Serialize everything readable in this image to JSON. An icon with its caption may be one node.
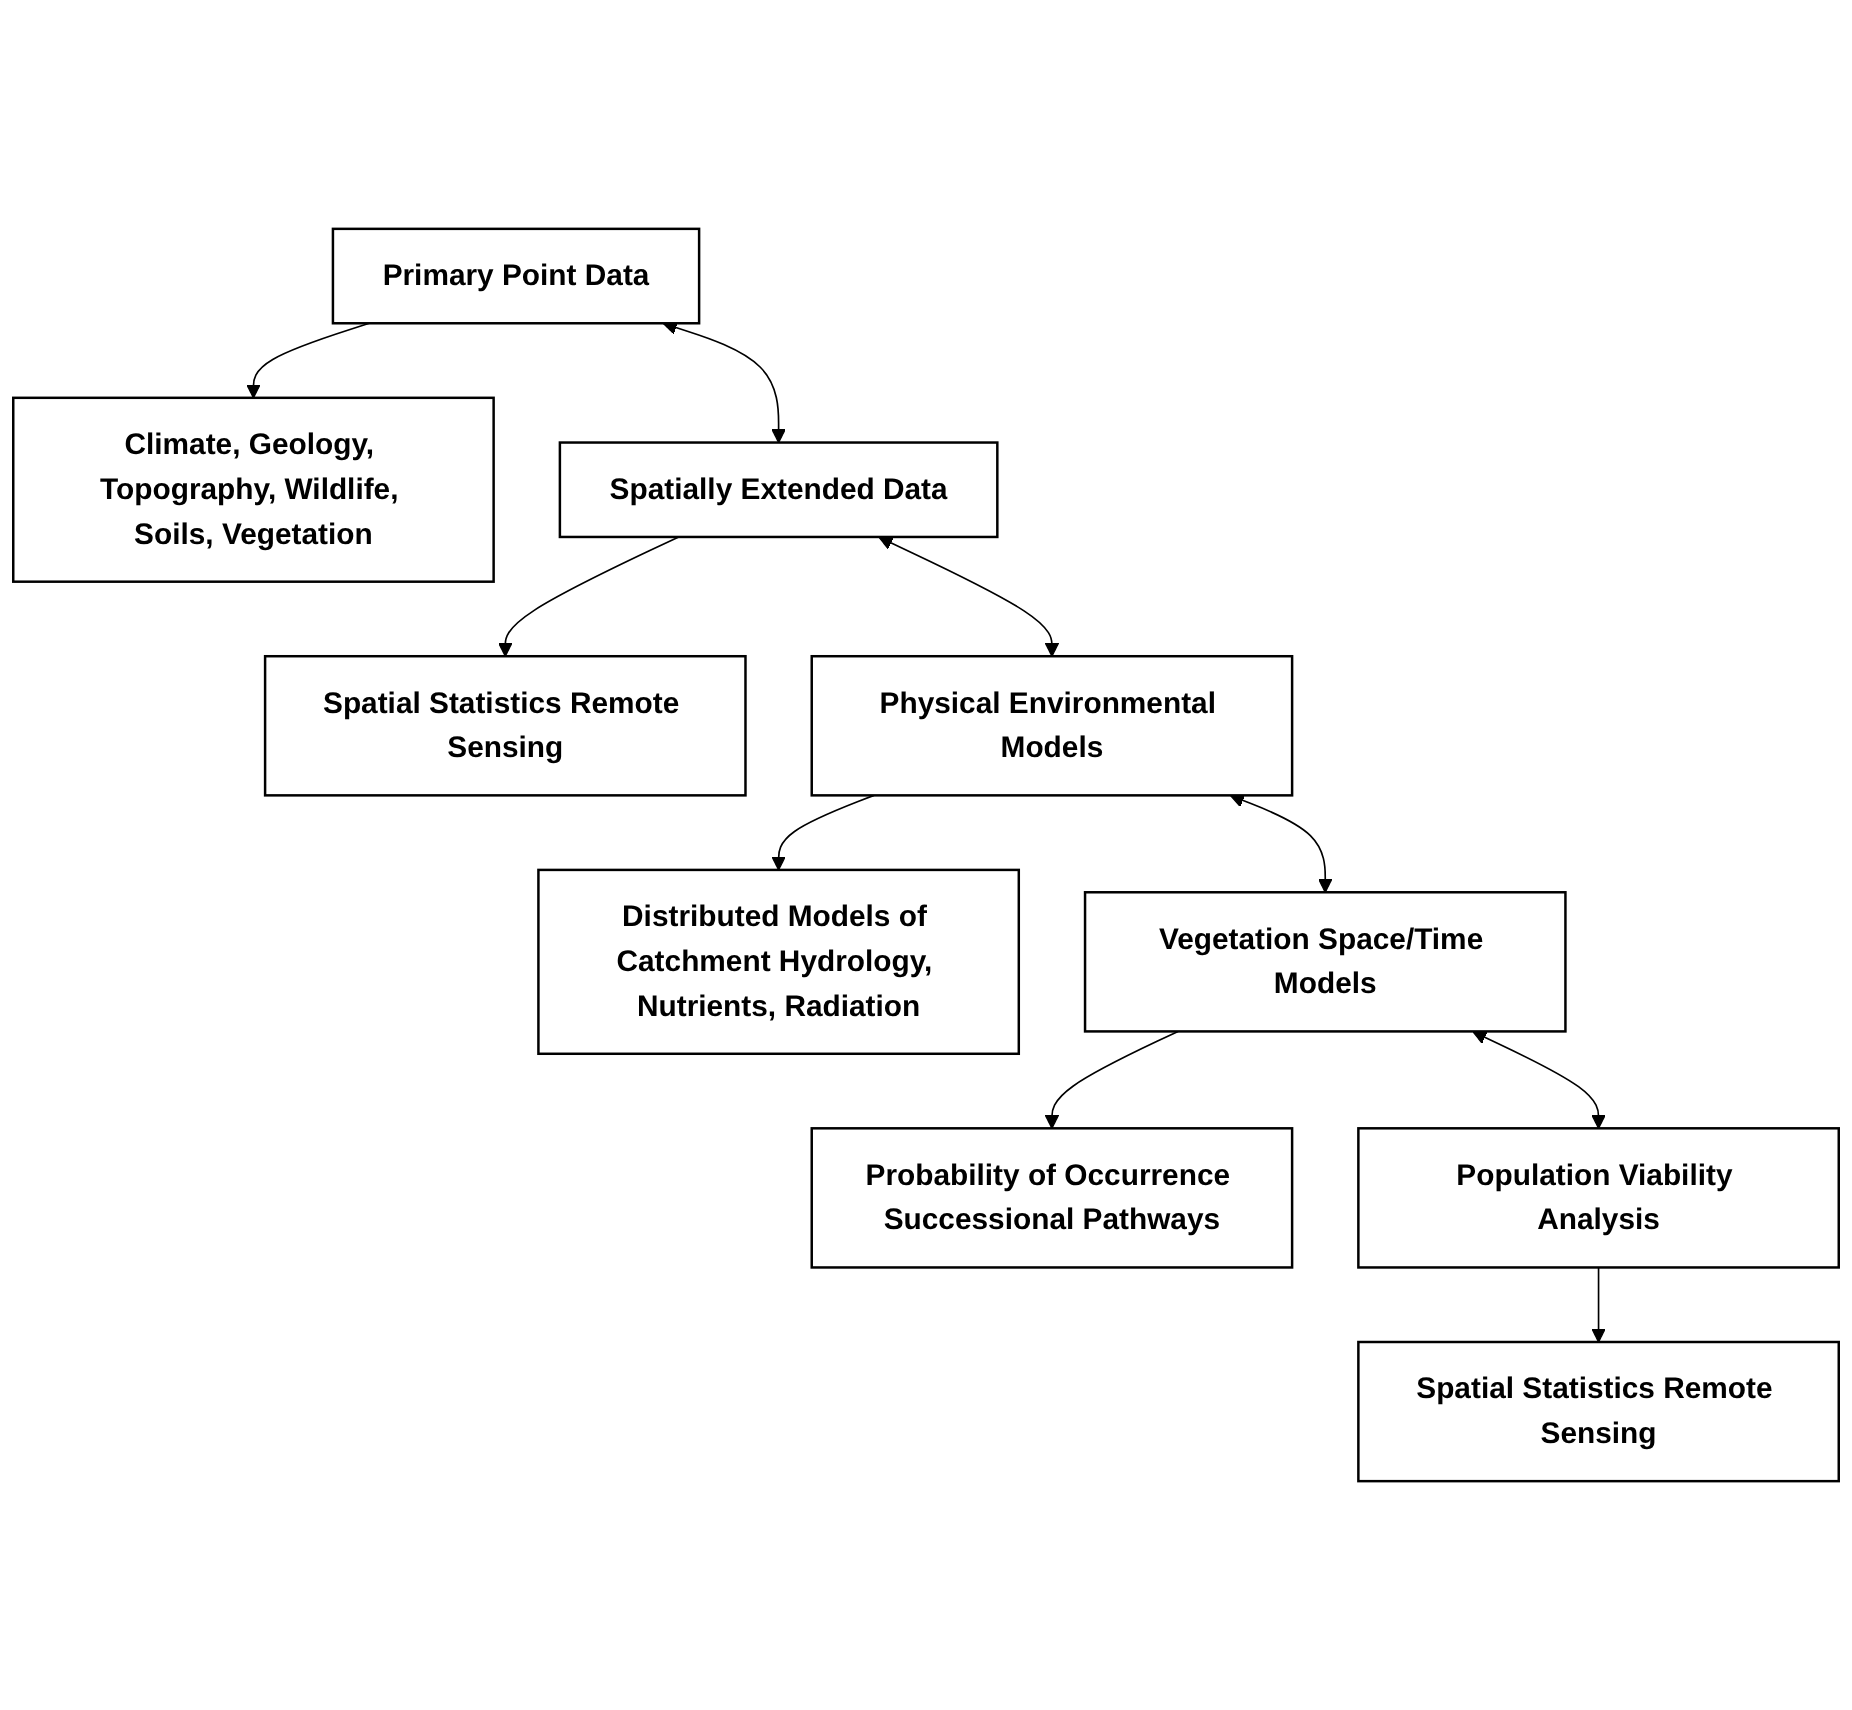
{
  "diagram": {
    "nodes": [
      {
        "text": [
          "Primary Point Data"
        ]
      },
      {
        "text": [
          "Climate, Geology, Topography, Wildlife, Soils, Vegetation"
        ]
      },
      {
        "text": [
          "Spatially Extended Data"
        ]
      },
      {
        "text": [
          "Spatial Statistics Remote Sensing"
        ]
      },
      {
        "text": [
          "Physical Environmental Models"
        ]
      },
      {
        "text": [
          "Distributed Models of Catchment Hydrology, Nutrients, Radiation"
        ]
      },
      {
        "text": [
          "Vegetation Space/Time Models"
        ]
      },
      {
        "text": [
          "Probability of Occurrence Successional Pathways"
        ]
      },
      {
        "text": [
          "Population Viability Analysis"
        ]
      },
      {
        "text": [
          "Spatial Statistics Remote Sensing"
        ]
      }
    ],
    "edges": [
      {
        "from": 0,
        "to": 1,
        "arrow": "to"
      },
      {
        "from": 0,
        "to": 2,
        "arrow": "both"
      },
      {
        "from": 2,
        "to": 3,
        "arrow": "to"
      },
      {
        "from": 2,
        "to": 4,
        "arrow": "both"
      },
      {
        "from": 4,
        "to": 5,
        "arrow": "to"
      },
      {
        "from": 4,
        "to": 6,
        "arrow": "both"
      },
      {
        "from": 6,
        "to": 7,
        "arrow": "to"
      },
      {
        "from": 6,
        "to": 8,
        "arrow": "both"
      },
      {
        "from": 8,
        "to": 9,
        "arrow": "to"
      }
    ]
  }
}
